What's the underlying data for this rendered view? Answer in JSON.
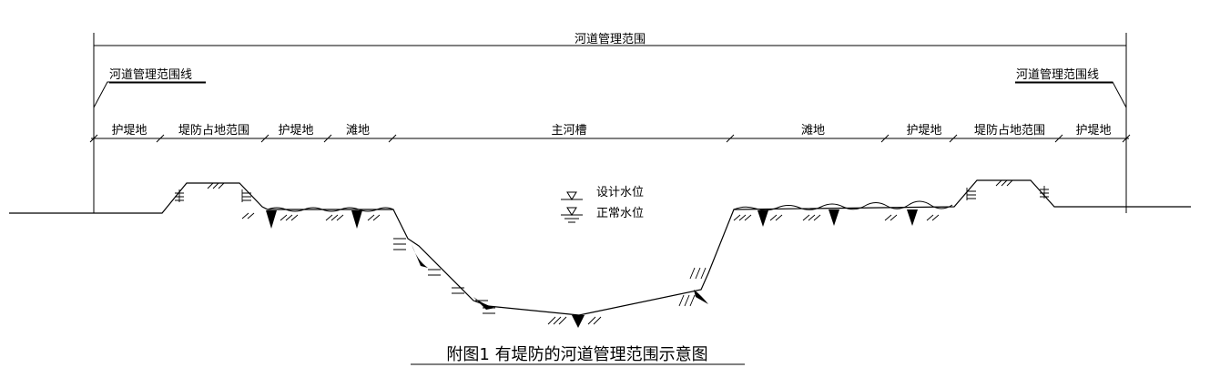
{
  "top_span_label": "河道管理范围",
  "boundary_left_label": "河道管理范围线",
  "boundary_right_label": "河道管理范围线",
  "zones": [
    "护堤地",
    "堤防占地范围",
    "护堤地",
    "滩地",
    "主河槽",
    "滩地",
    "护堤地",
    "堤防占地范围",
    "护堤地"
  ],
  "water_levels": {
    "design": "设计水位",
    "normal": "正常水位"
  },
  "caption": "附图1 有堤防的河道管理范围示意图"
}
